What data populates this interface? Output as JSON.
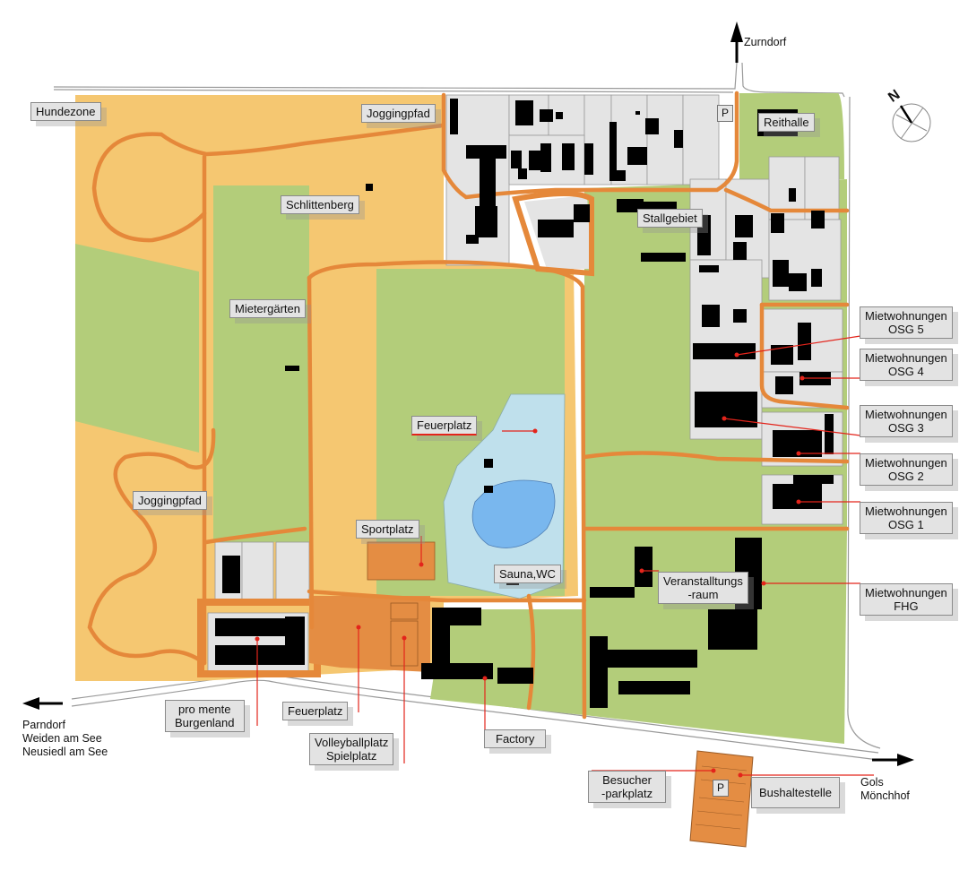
{
  "map": {
    "colors": {
      "meadow_orange": "#f5c771",
      "lawn_green": "#b3cd7a",
      "path_orange": "#e5883a",
      "sport_orange": "#e48d43",
      "building_black": "#000000",
      "plot_gray": "#e4e4e4",
      "pond_blue": "#79b7ee",
      "pond_area": "#bfe0ec",
      "leader_red": "#e3241b",
      "road_line": "#9a9a9a"
    },
    "compass": {
      "north_label": "N"
    },
    "directions": {
      "north": {
        "label": "Zurndorf"
      },
      "west": {
        "lines": [
          "Parndorf",
          "Weiden am See",
          "Neusiedl am See"
        ]
      },
      "east": {
        "lines": [
          "Gols",
          "Mönchhof"
        ]
      }
    },
    "parking_symbols": {
      "top": "P",
      "visitor": "P"
    },
    "labels": {
      "hundezone": "Hundezone",
      "joggingpfad_top": "Joggingpfad",
      "schlittenberg": "Schlittenberg",
      "mietergaerten": "Mietergärten",
      "joggingpfad_left": "Joggingpfad",
      "stallgebiet": "Stallgebiet",
      "reithalle": "Reithalle",
      "feuerplatz_pond": "Feuerplatz",
      "sportplatz": "Sportplatz",
      "sauna_wc": "Sauna,WC",
      "veranstaltung_1": "Veranstalltungs",
      "veranstaltung_2": "-raum",
      "osg5_1": "Mietwohnungen",
      "osg5_2": "OSG 5",
      "osg4_1": "Mietwohnungen",
      "osg4_2": "OSG 4",
      "osg3_1": "Mietwohnungen",
      "osg3_2": "OSG 3",
      "osg2_1": "Mietwohnungen",
      "osg2_2": "OSG 2",
      "osg1_1": "Mietwohnungen",
      "osg1_2": "OSG 1",
      "fhg_1": "Mietwohnungen",
      "fhg_2": "FHG",
      "promente_1": "pro mente",
      "promente_2": "Burgenland",
      "feuerplatz_bottom": "Feuerplatz",
      "volley_1": "Volleyballplatz",
      "volley_2": "Spielplatz",
      "factory": "Factory",
      "besucher_1": "Besucher",
      "besucher_2": "-parkplatz",
      "bushaltestelle": "Bushaltestelle"
    }
  }
}
